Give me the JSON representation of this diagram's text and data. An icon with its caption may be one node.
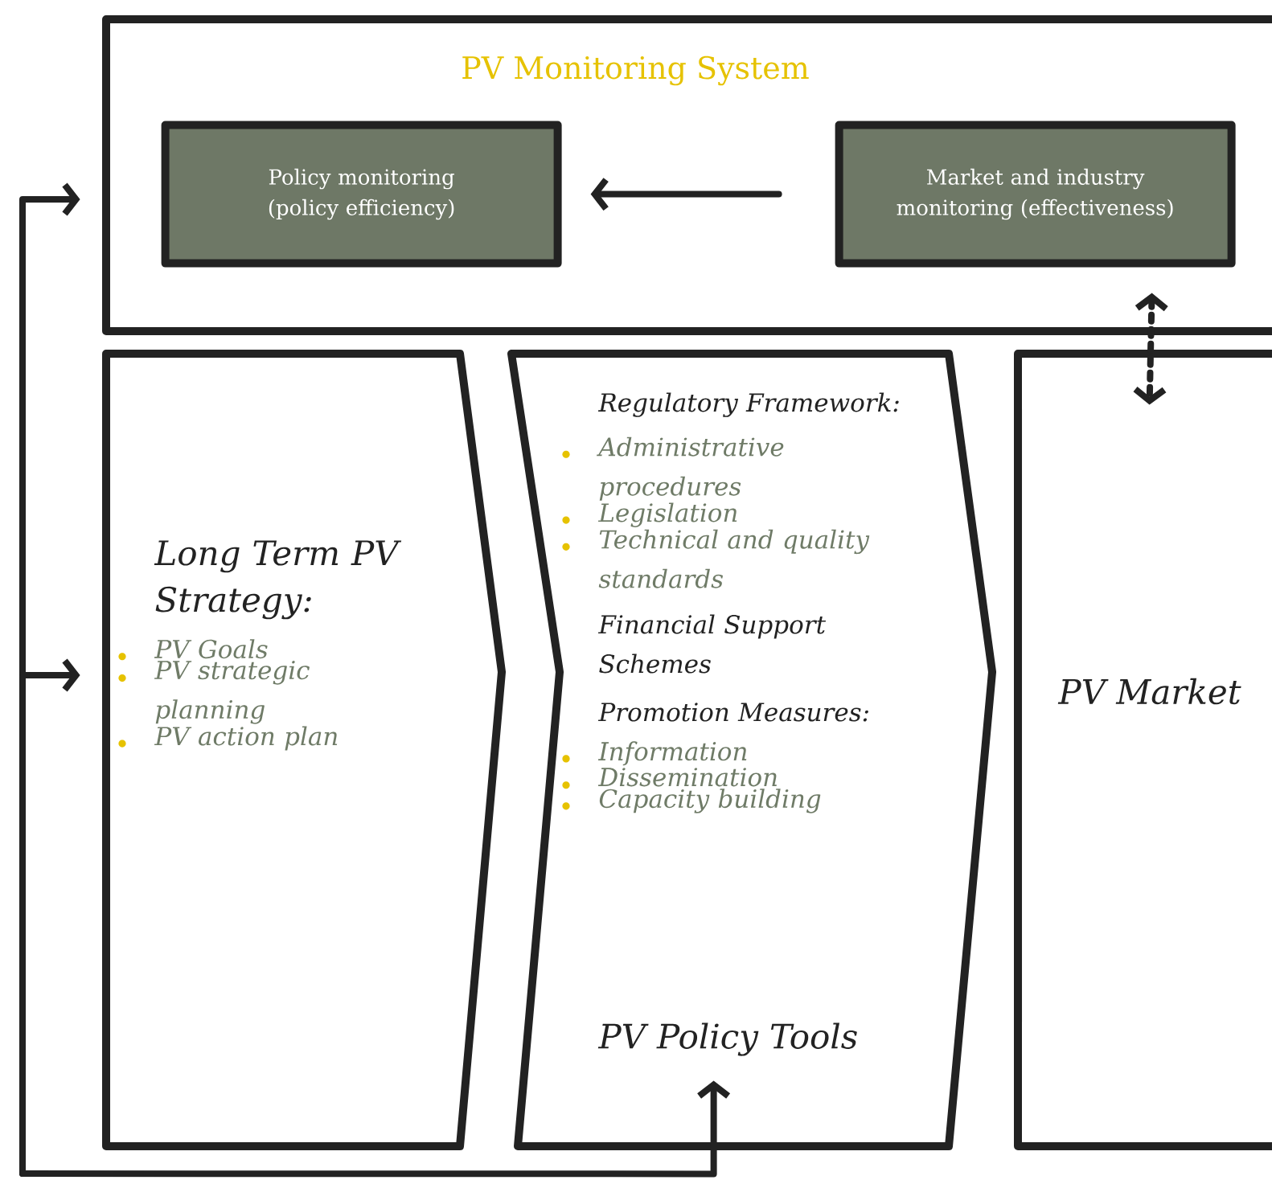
{
  "diagram": {
    "nodes": [
      {
        "text": [
          "PV Monitoring System"
        ]
      },
      {
        "text": [
          "Policy monitoring (policy efficiency)"
        ],
        "in": 0
      },
      {
        "text": [
          "Market and industry monitoring (effectiveness)"
        ],
        "in": 0
      },
      {
        "text": [
          "Long Term PV Strategy:",
          "PV Goals",
          "PV strategic planning",
          "PV action plan"
        ]
      },
      {
        "text": [
          "Regulatory Framework:",
          "Administrative procedures",
          "Legislation",
          "Technical and quality standards",
          "Financial Support Schemes",
          "Promotion Measures:",
          "Information",
          "Dissemination",
          "Capacity building",
          "PV Policy Tools"
        ]
      },
      {
        "text": [
          "PV Market"
        ]
      }
    ],
    "edges": [
      {
        "from": 2,
        "to": 1,
        "arrow": "to"
      },
      {
        "from": 2,
        "to": 5,
        "arrow": "both",
        "style": "dashed"
      },
      {
        "from": null,
        "to": 0,
        "arrow": "to"
      },
      {
        "from": null,
        "to": 3,
        "arrow": "to"
      },
      {
        "from": null,
        "to": 4,
        "arrow": "to"
      }
    ]
  }
}
